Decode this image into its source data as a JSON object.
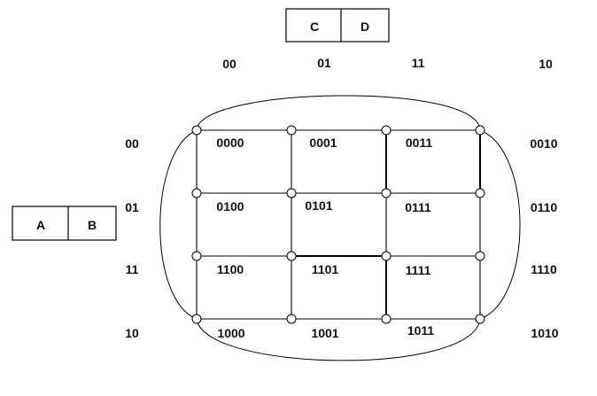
{
  "header_box": {
    "left": "C",
    "right": "D"
  },
  "side_box": {
    "left": "A",
    "right": "B"
  },
  "column_labels": [
    "00",
    "01",
    "11",
    "10"
  ],
  "row_labels": [
    "00",
    "01",
    "11",
    "10"
  ],
  "cells": [
    [
      "0000",
      "0001",
      "0011",
      "0010"
    ],
    [
      "0100",
      "0101",
      "0111",
      "0110"
    ],
    [
      "1100",
      "1101",
      "1111",
      "1110"
    ],
    [
      "1000",
      "1001",
      "1011",
      "1010"
    ]
  ]
}
